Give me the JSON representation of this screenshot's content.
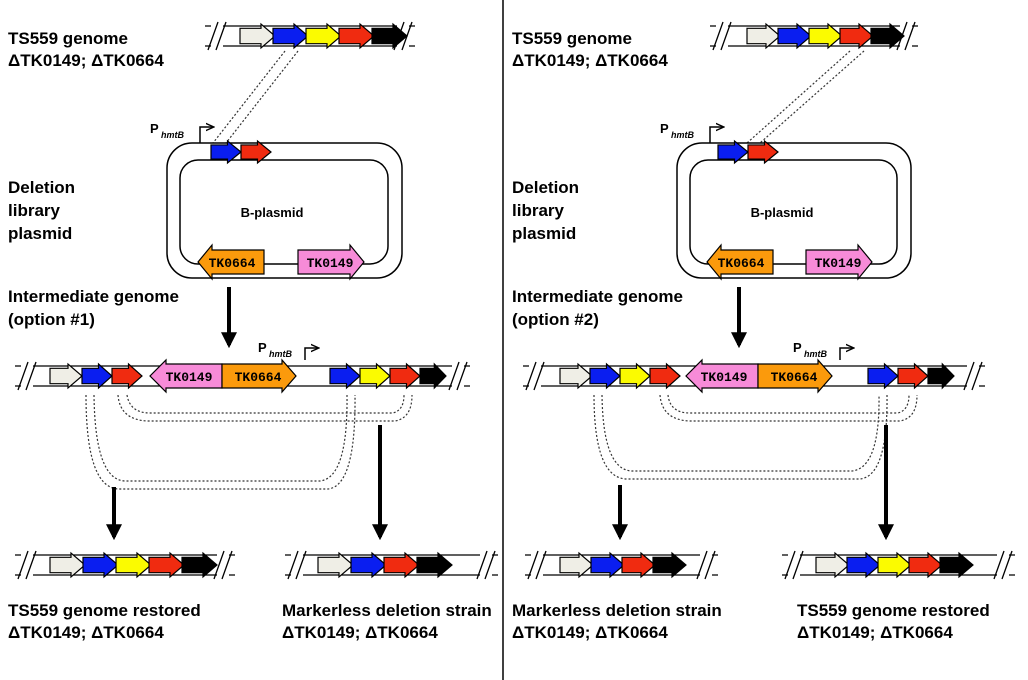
{
  "colors": {
    "white_gene": "#efeee6",
    "blue_gene": "#0a1ef0",
    "yellow_gene": "#fbfb00",
    "red_gene": "#f02b10",
    "black_gene": "#000000",
    "orange_gene": "#fb9a0c",
    "pink_gene": "#f78bd8"
  },
  "left": {
    "genome_title": "TS559 genome",
    "genome_subtitle": "ΔTK0149; ΔTK0664",
    "promoter_label": "P",
    "promoter_sub": "hmtB",
    "deletion_lines": [
      "Deletion",
      "library",
      "plasmid"
    ],
    "plasmid_label": "B-plasmid",
    "plasmid_gene_left": "TK0664",
    "plasmid_gene_right": "TK0149",
    "intermediate_title": "Intermediate genome",
    "intermediate_option": "(option #1)",
    "intermediate_promoter_label": "P",
    "intermediate_promoter_sub": "hmtB",
    "intermediate_gene_pink": "TK0149",
    "intermediate_gene_orange": "TK0664",
    "result_a_title": "TS559 genome restored",
    "result_a_subtitle": "ΔTK0149; ΔTK0664",
    "result_b_title": "Markerless deletion strain",
    "result_b_subtitle": "ΔTK0149; ΔTK0664"
  },
  "right": {
    "genome_title": "TS559 genome",
    "genome_subtitle": "ΔTK0149; ΔTK0664",
    "promoter_label": "P",
    "promoter_sub": "hmtB",
    "deletion_lines": [
      "Deletion",
      "library",
      "plasmid"
    ],
    "plasmid_label": "B-plasmid",
    "plasmid_gene_left": "TK0664",
    "plasmid_gene_right": "TK0149",
    "intermediate_title": "Intermediate genome",
    "intermediate_option": "(option #2)",
    "intermediate_promoter_label": "P",
    "intermediate_promoter_sub": "hmtB",
    "intermediate_gene_pink": "TK0149",
    "intermediate_gene_orange": "TK0664",
    "result_a_title": "Markerless deletion strain",
    "result_a_subtitle": "ΔTK0149; ΔTK0664",
    "result_b_title": "TS559 genome restored",
    "result_b_subtitle": "ΔTK0149; ΔTK0664"
  }
}
